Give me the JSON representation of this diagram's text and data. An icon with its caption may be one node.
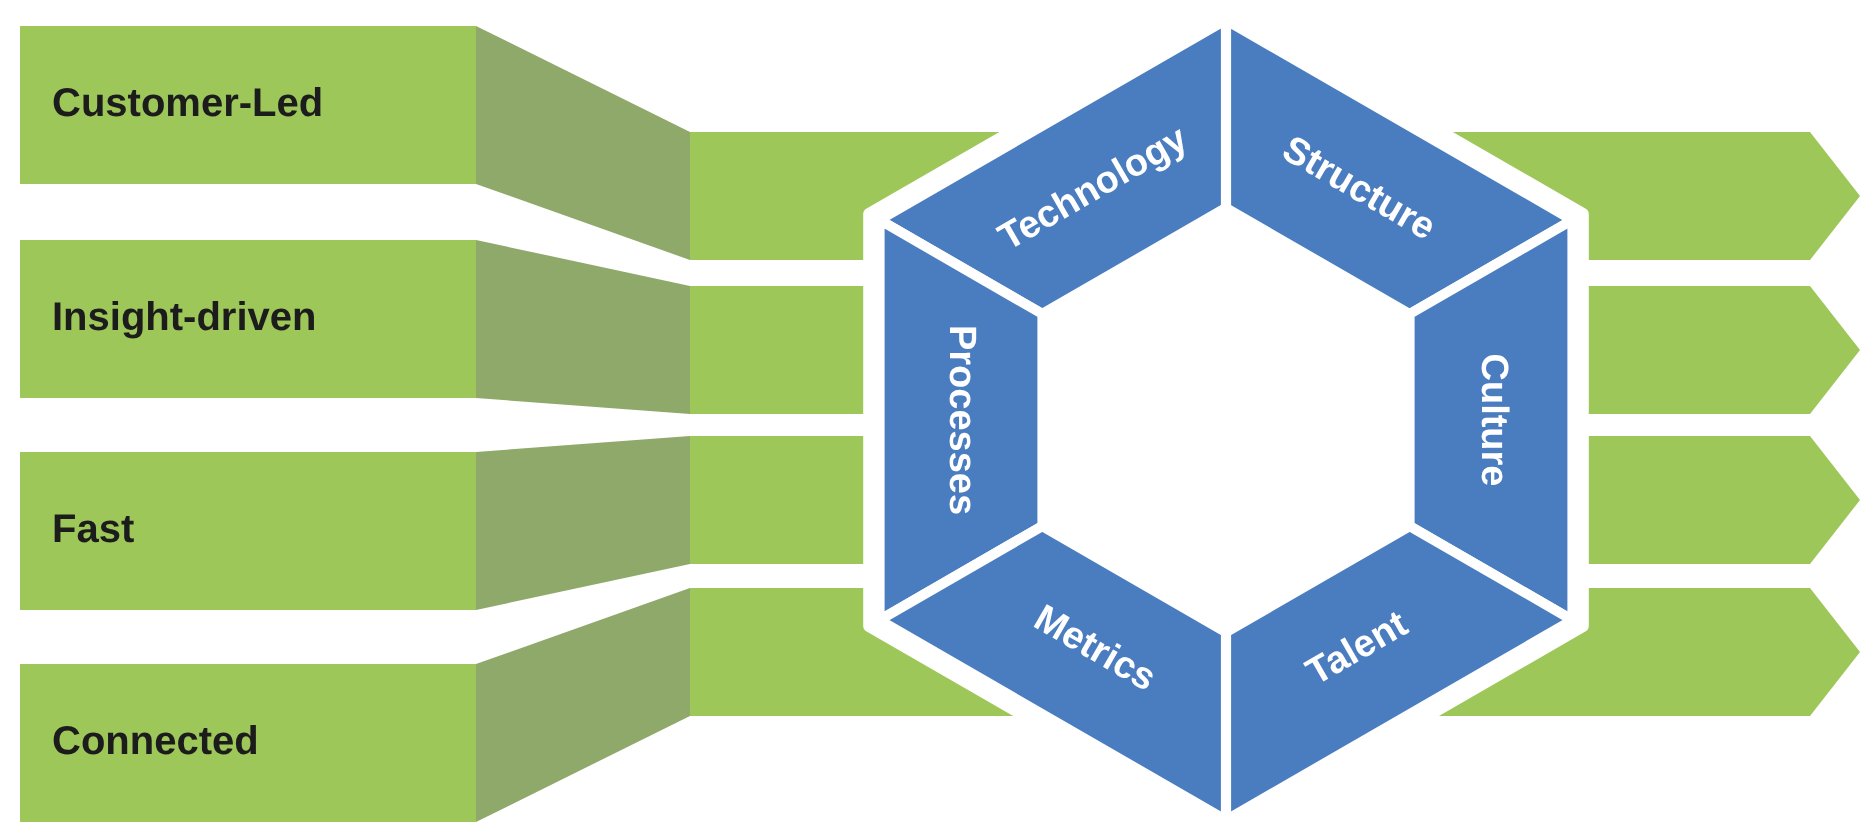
{
  "diagram": {
    "nodes": [
      {
        "text": [
          "Customer-Led"
        ]
      },
      {
        "text": [
          "Insight-driven"
        ]
      },
      {
        "text": [
          "Fast"
        ]
      },
      {
        "text": [
          "Connected"
        ]
      },
      {
        "text": [
          "Technology"
        ]
      },
      {
        "text": [
          "Structure"
        ]
      },
      {
        "text": [
          "Culture"
        ]
      },
      {
        "text": [
          "Processes"
        ]
      },
      {
        "text": [
          "Talent"
        ]
      },
      {
        "text": [
          "Metrics"
        ]
      }
    ]
  }
}
